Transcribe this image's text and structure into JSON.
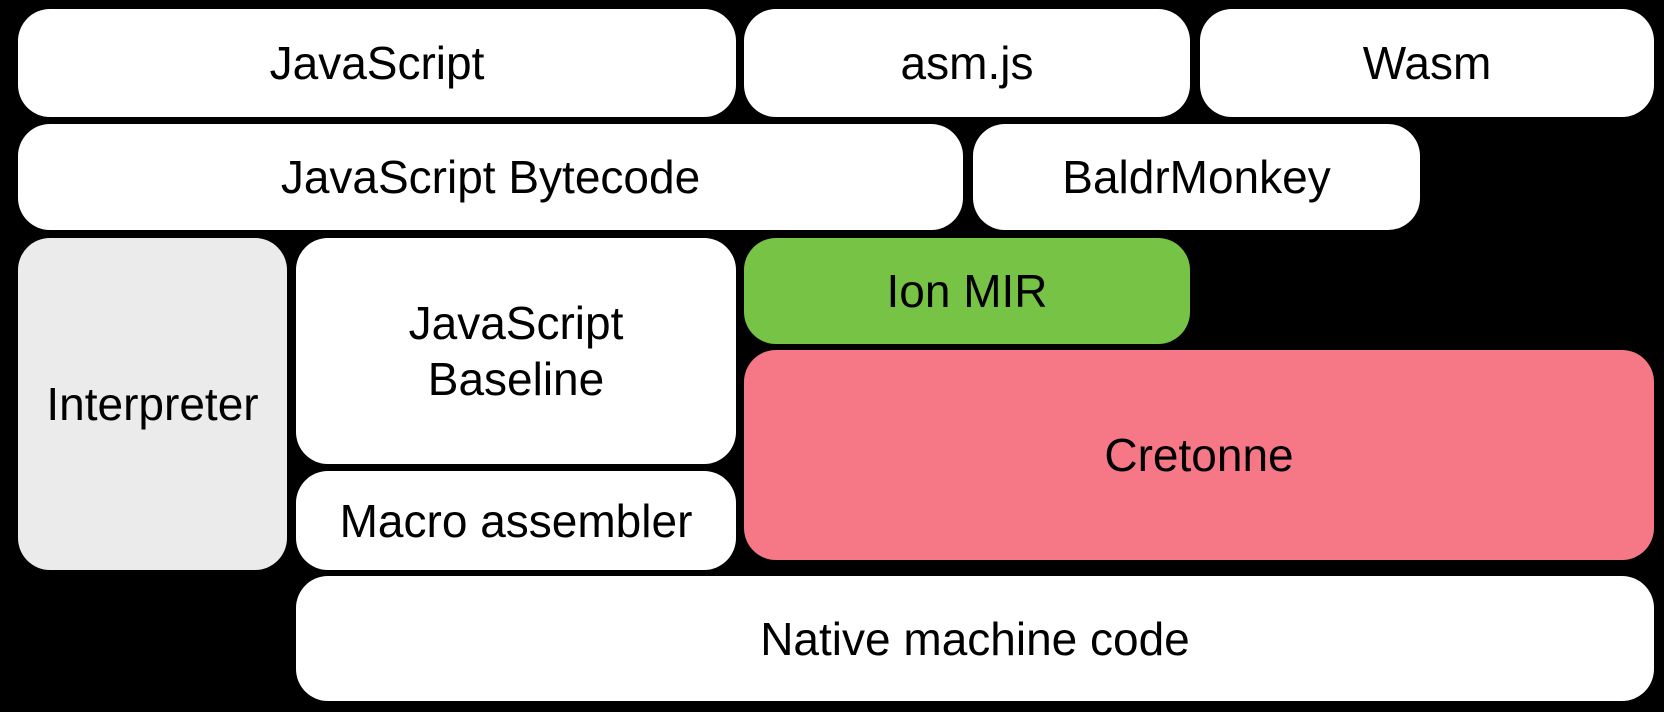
{
  "diagram": {
    "background": "#000000",
    "text_color": "#000000",
    "colors": {
      "default_box": "#FFFFFF",
      "interpreter_box": "#EBEBEB",
      "ion_mir_box": "#76C346",
      "cretonne_box": "#F67886"
    },
    "boxes": [
      {
        "label": "JavaScript",
        "fill": "#FFFFFF"
      },
      {
        "label": "asm.js",
        "fill": "#FFFFFF"
      },
      {
        "label": "Wasm",
        "fill": "#FFFFFF"
      },
      {
        "label": "JavaScript Bytecode",
        "fill": "#FFFFFF"
      },
      {
        "label": "BaldrMonkey",
        "fill": "#FFFFFF"
      },
      {
        "label": "Interpreter",
        "fill": "#EBEBEB"
      },
      {
        "label": "JavaScript Baseline",
        "fill": "#FFFFFF"
      },
      {
        "label": "Ion MIR",
        "fill": "#76C346"
      },
      {
        "label": "Cretonne",
        "fill": "#F67886"
      },
      {
        "label": "Macro assembler",
        "fill": "#FFFFFF"
      },
      {
        "label": "Native machine code",
        "fill": "#FFFFFF"
      }
    ]
  }
}
